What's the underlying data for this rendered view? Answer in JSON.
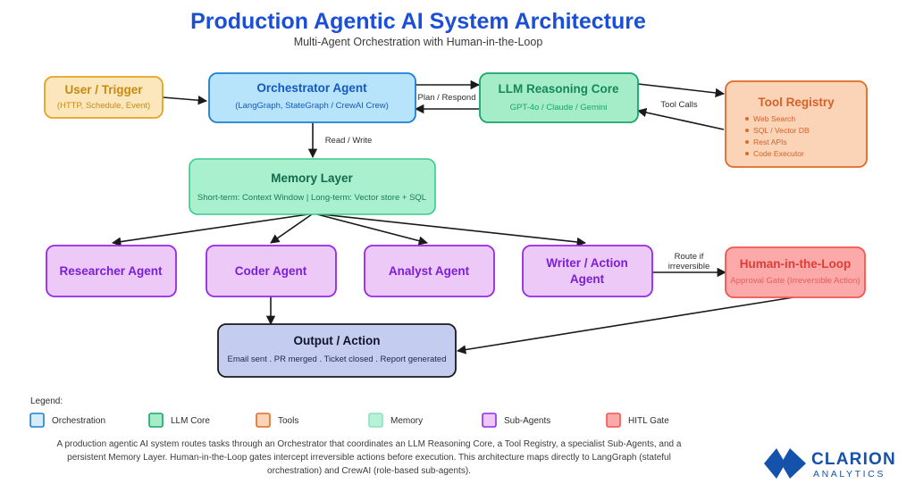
{
  "header": {
    "title": "Production Agentic AI System Architecture",
    "subtitle": "Multi-Agent Orchestration with Human-in-the-Loop"
  },
  "colors": {
    "title": "#1b4fd8",
    "orchestration_fill": "#b8e4fb",
    "orchestration_stroke": "#1a7fd4",
    "orchestration_text": "#1558c0",
    "trigger_fill": "#fbe7bb",
    "trigger_stroke": "#e2a321",
    "trigger_text": "#c88a12",
    "llm_fill": "#a5edc8",
    "llm_stroke": "#17a56a",
    "llm_text": "#14885a",
    "tools_fill": "#fbd3b6",
    "tools_stroke": "#e06a26",
    "tools_text": "#d4622a",
    "memory_fill": "#a9f0cf",
    "memory_stroke": "#3bc98d",
    "memory_text": "#136b49",
    "subagent_fill": "#ecc9f7",
    "subagent_stroke": "#9429e8",
    "subagent_text": "#7a1fd6",
    "hitl_fill": "#fbaaa9",
    "hitl_stroke": "#f4554f",
    "hitl_text": "#e03c36",
    "output_fill": "#c4cdf0",
    "output_stroke": "#1a1a1a",
    "output_text": "#1a1a2e",
    "edge": "#1a1a1a",
    "logo": "#1552ab"
  },
  "nodes": {
    "user_trigger": {
      "title": "User / Trigger",
      "subtitle": "(HTTP, Schedule, Event)"
    },
    "orchestrator": {
      "title": "Orchestrator Agent",
      "subtitle": "(LangGraph, StateGraph / CrewAI Crew)"
    },
    "llm_core": {
      "title": "LLM Reasoning Core",
      "subtitle": "GPT-4o / Claude / Gemini"
    },
    "tool_registry": {
      "title": "Tool Registry",
      "items": [
        "Web Search",
        "SQL / Vector DB",
        "Rest APIs",
        "Code Executor"
      ]
    },
    "memory_layer": {
      "title": "Memory Layer",
      "subtitle": "Short-term: Context Window | Long-term: Vector store + SQL"
    },
    "researcher_agent": {
      "title": "Researcher Agent"
    },
    "coder_agent": {
      "title": "Coder Agent"
    },
    "analyst_agent": {
      "title": "Analyst Agent"
    },
    "writer_agent": {
      "title_line1": "Writer / Action",
      "title_line2": "Agent"
    },
    "hitl": {
      "title": "Human-in-the-Loop",
      "subtitle": "Approval Gate (Irreversible Action)"
    },
    "output_action": {
      "title": "Output / Action",
      "subtitle": "Email sent . PR merged . Ticket closed . Report generated"
    }
  },
  "edge_labels": {
    "plan_respond": "Plan / Respond",
    "tool_calls": "Tool Calls",
    "read_write": "Read / Write",
    "route_line1": "Route if",
    "route_line2": "irreversible"
  },
  "legend": {
    "heading": "Legend:",
    "items": [
      {
        "label": "Orchestration",
        "fill": "#d6ecfb",
        "stroke": "#1a7fd4"
      },
      {
        "label": "LLM Core",
        "fill": "#a5edc8",
        "stroke": "#17a56a"
      },
      {
        "label": "Tools",
        "fill": "#fbd3b6",
        "stroke": "#e06a26"
      },
      {
        "label": "Memory",
        "fill": "#b6f2d8",
        "stroke": "#8fe0bf"
      },
      {
        "label": "Sub-Agents",
        "fill": "#ecc9f7",
        "stroke": "#9429e8"
      },
      {
        "label": "HITL Gate",
        "fill": "#fbaaa9",
        "stroke": "#f4554f"
      }
    ]
  },
  "footer": {
    "line1": "A production agentic AI system routes tasks through an Orchestrator that coordinates an LLM Reasoning Core, a Tool Registry, a specialist Sub-Agents, and a",
    "line2": "persistent Memory Layer. Human-in-the-Loop gates intercept irreversible actions before execution. This architecture maps directly to LangGraph (stateful",
    "line3": "orchestration) and CrewAI (role-based sub-agents)."
  },
  "logo": {
    "name": "CLARION",
    "tagline": "ANALYTICS"
  }
}
